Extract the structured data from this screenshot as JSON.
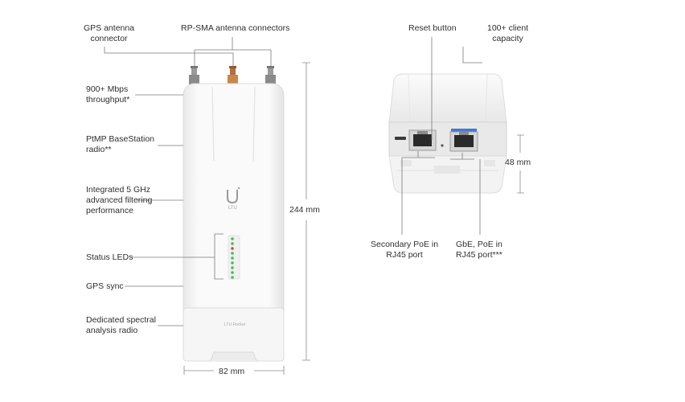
{
  "left_device": {
    "callouts": {
      "gps_antenna": [
        "GPS antenna",
        "connector"
      ],
      "rpsma": [
        "RP-SMA antenna connectors"
      ],
      "throughput": [
        "900+ Mbps",
        "throughput*"
      ],
      "ptmp": [
        "PtMP BaseStation",
        "radio**"
      ],
      "filtering": [
        "Integrated 5 GHz",
        "advanced filtering",
        "performance"
      ],
      "status_leds": [
        "Status LEDs"
      ],
      "gps_sync": [
        "GPS sync"
      ],
      "spectral": [
        "Dedicated spectral",
        "analysis radio"
      ]
    },
    "height_dim": "244 mm",
    "width_dim": "82  mm",
    "logo_text": "LTU",
    "bottom_text": "LTU Rocket"
  },
  "right_device": {
    "callouts": {
      "reset": [
        "Reset button"
      ],
      "clients": [
        "100+ client",
        "capacity"
      ],
      "secondary_poe": [
        "Secondary PoE in",
        "RJ45 port"
      ],
      "gbe_poe": [
        "GbE, PoE in",
        "RJ45 port***"
      ]
    },
    "height_dim": "48 mm"
  },
  "colors": {
    "line": "#7a7a7a",
    "device_body": "#f4f4f4",
    "device_edge": "#d9d9d9",
    "led_green": "#3fbf5a",
    "led_red": "#d9443b",
    "connector_gold": "#c9864a",
    "port_blue": "#3f7ad6"
  }
}
